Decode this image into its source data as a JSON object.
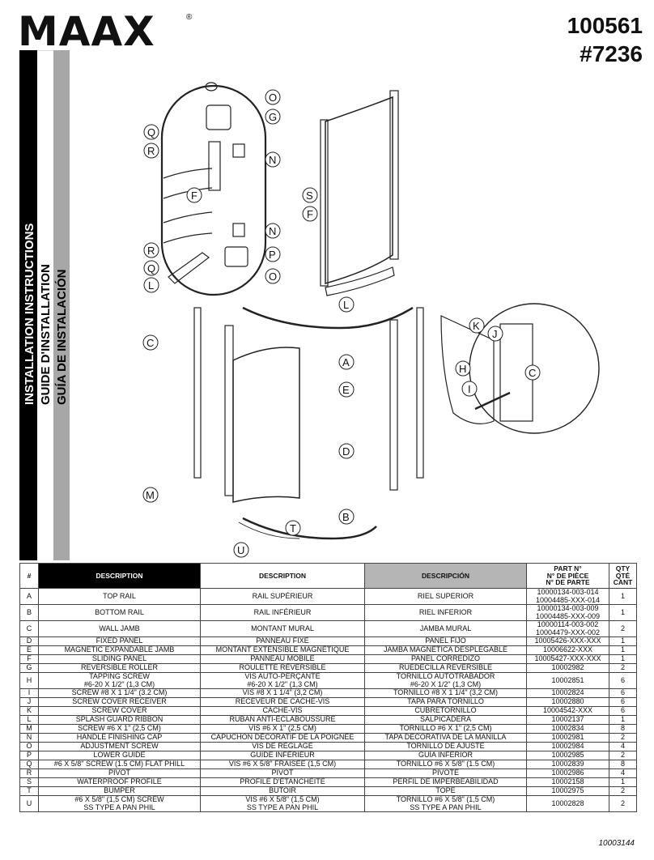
{
  "brand": {
    "logo": "MAAX",
    "registered": "®"
  },
  "model": {
    "number": "100561",
    "code": "#7236"
  },
  "titles": {
    "en": "INSTALLATION INSTRUCTIONS",
    "fr": "GUIDE D'INSTALLATION",
    "es": "GUÍA DE INSTALACIÓN"
  },
  "callouts": [
    "O",
    "G",
    "Q",
    "R",
    "N",
    "F",
    "N",
    "R",
    "Q",
    "P",
    "L",
    "O",
    "S",
    "F",
    "L",
    "K",
    "J",
    "H",
    "C",
    "I",
    "C",
    "A",
    "E",
    "D",
    "M",
    "B",
    "T",
    "U"
  ],
  "table": {
    "headers": {
      "num": "#",
      "en": "DESCRIPTION",
      "fr": "DESCRIPTION",
      "es": "DESCRIPCIÓN",
      "part": [
        "PART N°",
        "N° DE PIÈCE",
        "N° DE PARTE"
      ],
      "qty": [
        "QTY",
        "QTÉ",
        "CANT"
      ]
    },
    "rows": [
      {
        "id": "A",
        "en": [
          "TOP RAIL"
        ],
        "fr": [
          "RAIL SUPÉRIEUR"
        ],
        "es": [
          "RIEL SUPERIOR"
        ],
        "part": [
          "10000134-003-014",
          "10004485-XXX-014"
        ],
        "qty": "1"
      },
      {
        "id": "B",
        "en": [
          "BOTTOM RAIL"
        ],
        "fr": [
          "RAIL INFÉRIEUR"
        ],
        "es": [
          "RIEL INFERIOR"
        ],
        "part": [
          "10000134-003-009",
          "10004485-XXX-009"
        ],
        "qty": "1"
      },
      {
        "id": "C",
        "en": [
          "WALL JAMB"
        ],
        "fr": [
          "MONTANT MURAL"
        ],
        "es": [
          "JAMBA MURAL"
        ],
        "part": [
          "10000114-003-002",
          "10004479-XXX-002"
        ],
        "qty": "2"
      },
      {
        "id": "D",
        "en": [
          "FIXED PANEL"
        ],
        "fr": [
          "PANNEAU FIXE"
        ],
        "es": [
          "PANEL FIJO"
        ],
        "part": [
          "10005426-XXX-XXX"
        ],
        "qty": "1"
      },
      {
        "id": "E",
        "en": [
          "MAGNETIC EXPANDABLE JAMB"
        ],
        "fr": [
          "MONTANT EXTENSIBLE MAGNÉTIQUE"
        ],
        "es": [
          "JAMBA MAGNÉTICA DESPLEGABLE"
        ],
        "part": [
          "10006622-XXX"
        ],
        "qty": "1"
      },
      {
        "id": "F",
        "en": [
          "SLIDING PANEL"
        ],
        "fr": [
          "PANNEAU MOBILE"
        ],
        "es": [
          "PANEL CORREDIZO"
        ],
        "part": [
          "10005427-XXX-XXX"
        ],
        "qty": "1"
      },
      {
        "id": "G",
        "en": [
          "REVERSIBLE ROLLER"
        ],
        "fr": [
          "ROULETTE RÉVERSIBLE"
        ],
        "es": [
          "RUEDECILLA REVERSIBLE"
        ],
        "part": [
          "10002982"
        ],
        "qty": "2"
      },
      {
        "id": "H",
        "en": [
          "TAPPING SCREW",
          "#6-20 X 1/2\" (1,3 CM)"
        ],
        "fr": [
          "VIS AUTO-PERÇANTE",
          "#6-20 X 1/2\" (1,3 CM)"
        ],
        "es": [
          "TORNILLO AUTOTRABADOR",
          "#6-20 X 1/2\" (1,3 CM)"
        ],
        "part": [
          "10002851"
        ],
        "qty": "6"
      },
      {
        "id": "I",
        "en": [
          "SCREW #8 X 1 1/4\" (3.2 CM)"
        ],
        "fr": [
          "VIS #8 X 1 1/4\" (3,2 CM)"
        ],
        "es": [
          "TORNILLO #8 X 1 1/4\" (3,2 CM)"
        ],
        "part": [
          "10002824"
        ],
        "qty": "6"
      },
      {
        "id": "J",
        "en": [
          "SCREW COVER RECEIVER"
        ],
        "fr": [
          "RECEVEUR DE CACHE-VIS"
        ],
        "es": [
          "TAPA PARA TORNILLO"
        ],
        "part": [
          "10002880"
        ],
        "qty": "6"
      },
      {
        "id": "K",
        "en": [
          "SCREW COVER"
        ],
        "fr": [
          "CACHE-VIS"
        ],
        "es": [
          "CUBRETORNILLO"
        ],
        "part": [
          "10004542-XXX"
        ],
        "qty": "6"
      },
      {
        "id": "L",
        "en": [
          "SPLASH GUARD RIBBON"
        ],
        "fr": [
          "RUBAN ANTI-ÉCLABOUSSURE"
        ],
        "es": [
          "SALPICADERA"
        ],
        "part": [
          "10002137"
        ],
        "qty": "1"
      },
      {
        "id": "M",
        "en": [
          "SCREW #6 X 1\" (2,5 CM)"
        ],
        "fr": [
          "VIS #6 X 1\" (2,5 CM)"
        ],
        "es": [
          "TORNILLO #6 X 1\" (2,5 CM)"
        ],
        "part": [
          "10002834"
        ],
        "qty": "8"
      },
      {
        "id": "N",
        "en": [
          "HANDLE FINISHING CAP"
        ],
        "fr": [
          "CAPUCHON DÉCORATIF DE LA POIGNÉE"
        ],
        "es": [
          "TAPA DECORATIVA DE LA MANILLA"
        ],
        "part": [
          "10002981"
        ],
        "qty": "2"
      },
      {
        "id": "O",
        "en": [
          "ADJUSTMENT SCREW"
        ],
        "fr": [
          "VIS DE RÉGLAGE"
        ],
        "es": [
          "TORNILLO DE AJUSTE"
        ],
        "part": [
          "10002984"
        ],
        "qty": "4"
      },
      {
        "id": "P",
        "en": [
          "LOWER GUIDE"
        ],
        "fr": [
          "GUIDE INFÉRIEUR"
        ],
        "es": [
          "GUÍA INFERIOR"
        ],
        "part": [
          "10002985"
        ],
        "qty": "2"
      },
      {
        "id": "Q",
        "en": [
          "#6 X 5/8\" SCREW (1.5 CM) FLAT PHILL"
        ],
        "fr": [
          "VIS #6 X 5/8\" FRAISÉE (1,5 CM)"
        ],
        "es": [
          "TORNILLO #6 X 5/8\" (1.5 CM)"
        ],
        "part": [
          "10002839"
        ],
        "qty": "8"
      },
      {
        "id": "R",
        "en": [
          "PIVOT"
        ],
        "fr": [
          "PIVOT"
        ],
        "es": [
          "PIVOTE"
        ],
        "part": [
          "10002986"
        ],
        "qty": "4"
      },
      {
        "id": "S",
        "en": [
          "WATERPROOF PROFILE"
        ],
        "fr": [
          "PROFILÉ D'ÉTANCHÉITÉ"
        ],
        "es": [
          "PERFIL DE IMPERBEABILIDAD"
        ],
        "part": [
          "10002158"
        ],
        "qty": "1"
      },
      {
        "id": "T",
        "en": [
          "BUMPER"
        ],
        "fr": [
          "BUTOIR"
        ],
        "es": [
          "TOPE"
        ],
        "part": [
          "10002975"
        ],
        "qty": "2"
      },
      {
        "id": "U",
        "en": [
          "#6 X 5/8\" (1,5 CM) SCREW",
          "SS TYPE A PAN PHIL"
        ],
        "fr": [
          "VIS #6 X 5/8\" (1,5 CM)",
          "SS TYPE A PAN PHIL"
        ],
        "es": [
          "TORNILLO #6 X 5/8\" (1,5 CM)",
          "SS TYPE A PAN PHIL"
        ],
        "part": [
          "10002828"
        ],
        "qty": "2"
      }
    ]
  },
  "doc_number": "10003144"
}
